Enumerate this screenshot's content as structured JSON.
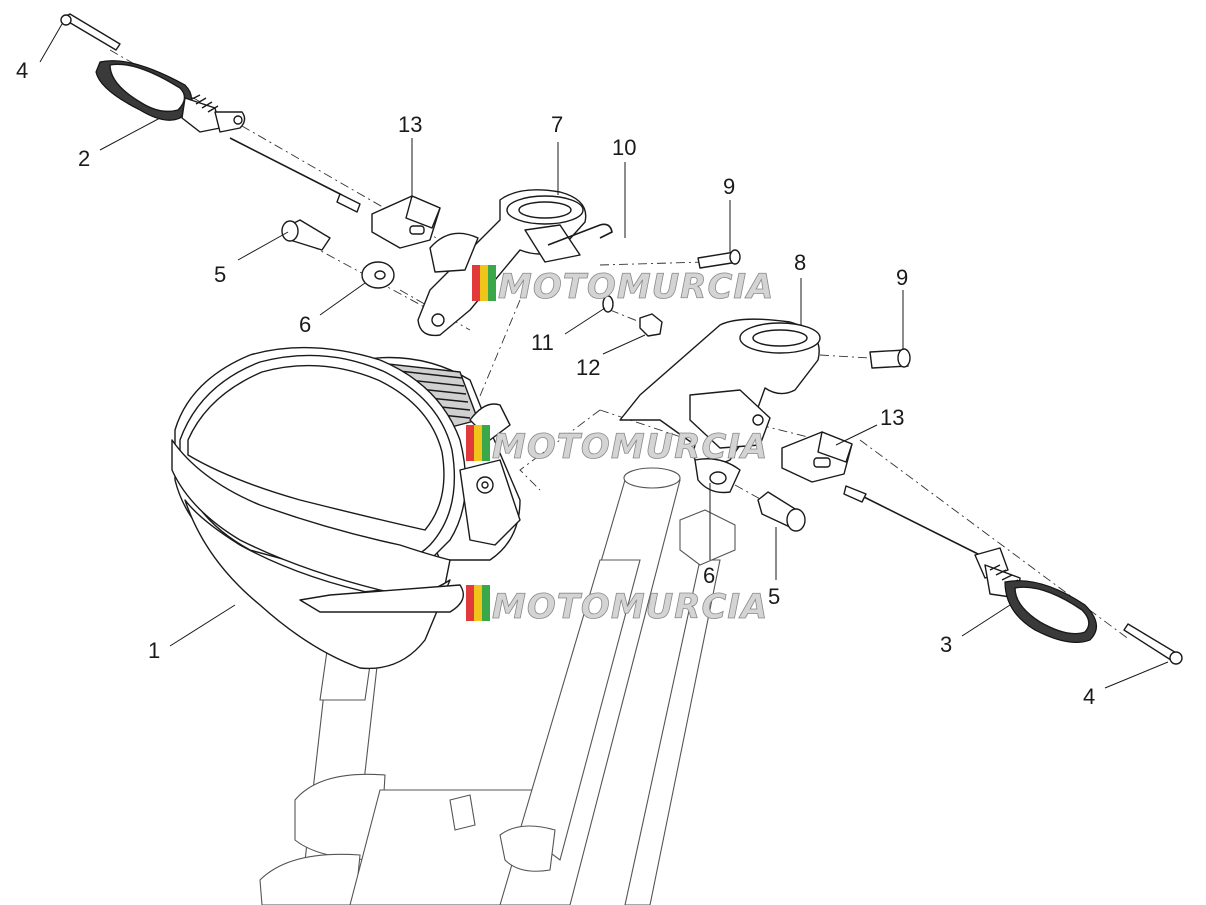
{
  "watermark": {
    "text": "MOTOMURCIA",
    "stripe_colors": [
      "#e23a3a",
      "#f0c419",
      "#3aa84a"
    ]
  },
  "callouts": [
    {
      "id": "c4a",
      "label": "4"
    },
    {
      "id": "c2",
      "label": "2"
    },
    {
      "id": "c13a",
      "label": "13"
    },
    {
      "id": "c7",
      "label": "7"
    },
    {
      "id": "c10",
      "label": "10"
    },
    {
      "id": "c9a",
      "label": "9"
    },
    {
      "id": "c5a",
      "label": "5"
    },
    {
      "id": "c6a",
      "label": "6"
    },
    {
      "id": "c8",
      "label": "8"
    },
    {
      "id": "c9b",
      "label": "9"
    },
    {
      "id": "c11",
      "label": "11"
    },
    {
      "id": "c12",
      "label": "12"
    },
    {
      "id": "c13b",
      "label": "13"
    },
    {
      "id": "c1",
      "label": "1"
    },
    {
      "id": "c6b",
      "label": "6"
    },
    {
      "id": "c5b",
      "label": "5"
    },
    {
      "id": "c3",
      "label": "3"
    },
    {
      "id": "c4b",
      "label": "4"
    }
  ]
}
